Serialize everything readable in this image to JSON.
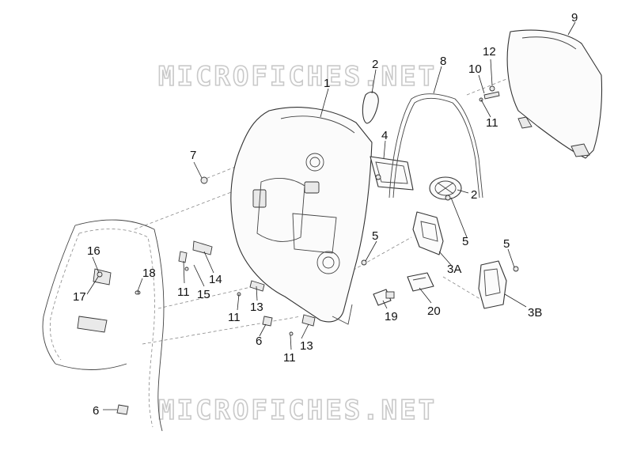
{
  "watermarks": [
    "MICROFICHES.NET",
    "MICROFICHES.NET"
  ],
  "callouts": [
    "1",
    "2",
    "2",
    "3A",
    "3B",
    "4",
    "5",
    "5",
    "5",
    "6",
    "6",
    "7",
    "8",
    "9",
    "10",
    "11",
    "11",
    "11",
    "11",
    "12",
    "13",
    "13",
    "14",
    "15",
    "16",
    "17",
    "18",
    "19",
    "20"
  ]
}
